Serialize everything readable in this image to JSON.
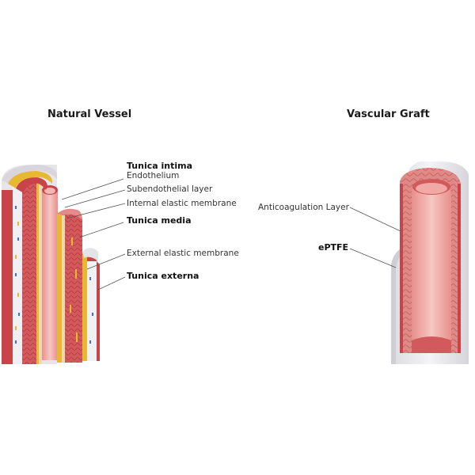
{
  "panels": {
    "natural": {
      "title": "Natural Vessel",
      "labels": {
        "tunica_intima": "Tunica intima",
        "endothelium": "Endothelium",
        "subendothelial": "Subendothelial layer",
        "internal_elastic": "Internal elastic membrane",
        "tunica_media": "Tunica media",
        "external_elastic": "External elastic membrane",
        "tunica_externa": "Tunica externa"
      }
    },
    "graft": {
      "title": "Vascular Graft",
      "labels": {
        "anticoagulation": "Anticoagulation Layer",
        "eptfe": "ePTFE"
      }
    }
  },
  "colors": {
    "muscle": "#c9454a",
    "muscle_light": "#e58a8a",
    "lumen": "#f2b7b2",
    "adventitia": "#e8e6ea",
    "elastic": "#e9b832",
    "graft_shell": "#e9e8ec"
  }
}
